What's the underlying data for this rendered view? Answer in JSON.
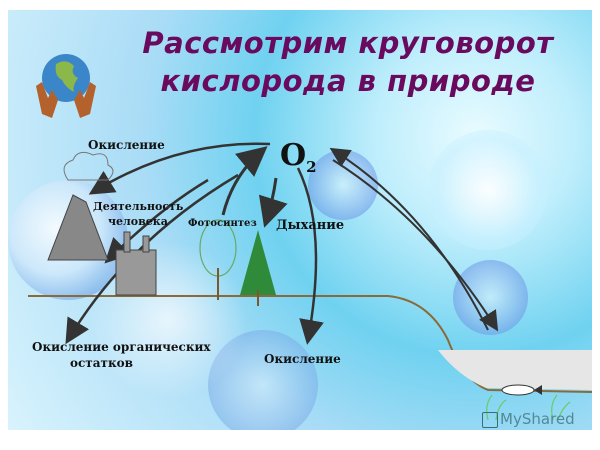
{
  "title": {
    "line1": "Рассмотрим круговорот",
    "line2": "кислорода в природе"
  },
  "diagram": {
    "center": {
      "symbol": "O",
      "subscript": "2"
    },
    "labels": {
      "oxidation_top": "Окисление",
      "human_activity_1": "Деятельность",
      "human_activity_2": "человека",
      "photosynthesis": "Фотосинтез",
      "respiration": "Дыхание",
      "organic_oxidation_1": "Окисление органических",
      "organic_oxidation_2": "остатков",
      "oxidation_bottom": "Окисление"
    },
    "illustrations": [
      "volcano",
      "factory",
      "deciduous-tree",
      "spruce-tree",
      "water-body",
      "fish",
      "seaweed",
      "globe-in-hands"
    ],
    "colors": {
      "title": "#6a0a5e",
      "arrows": "#333333",
      "ground_line": "#8a6a3a",
      "water": "#e6e6e6",
      "spruce": "#2f8a3a"
    }
  },
  "watermark": {
    "text": "MyShared"
  }
}
